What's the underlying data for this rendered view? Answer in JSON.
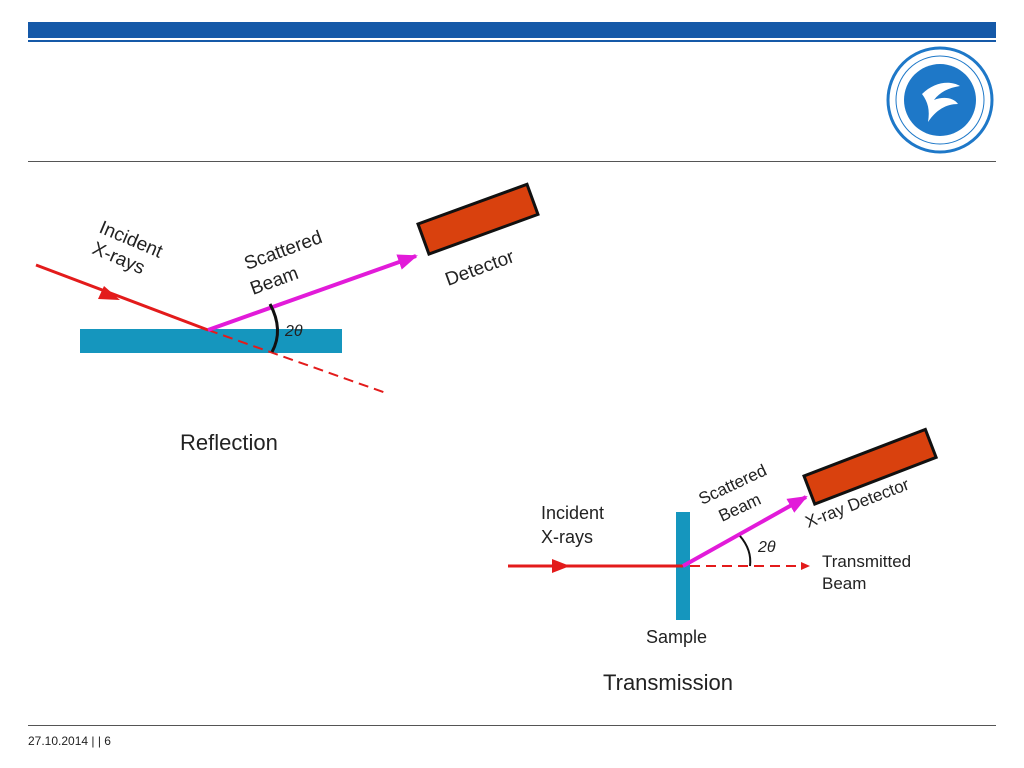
{
  "footer": {
    "text": "27.10.2014 | | 6"
  },
  "colors": {
    "header_bar": "#1559a8",
    "incident_beam": "#e31b1b",
    "scattered_beam": "#e21bd9",
    "detector_fill": "#d9410e",
    "sample": "#1596be"
  },
  "reflection": {
    "incident_label_1": "Incident",
    "incident_label_2": "X-rays",
    "scattered_label_1": "Scattered",
    "scattered_label_2": "Beam",
    "detector_label": "Detector",
    "angle_label": "2θ",
    "caption": "Reflection"
  },
  "transmission": {
    "incident_label_1": "Incident",
    "incident_label_2": "X-rays",
    "scattered_label_1": "Scattered",
    "scattered_label_2": "Beam",
    "detector_label": "X-ray Detector",
    "angle_label": "2θ",
    "transmitted_label_1": "Transmitted",
    "transmitted_label_2": "Beam",
    "sample_label": "Sample",
    "caption": "Transmission"
  }
}
